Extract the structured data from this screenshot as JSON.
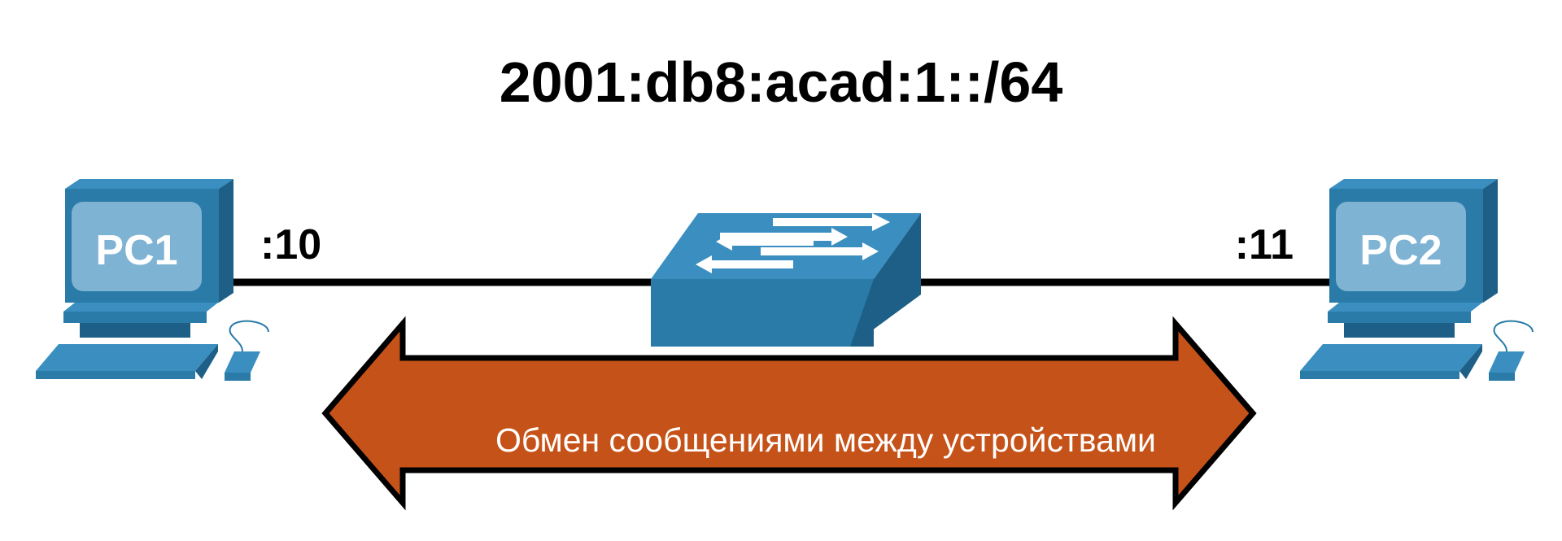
{
  "diagram": {
    "network_prefix": "2001:db8:acad:1::/64",
    "hosts": [
      {
        "label": "PC1",
        "interface_id": ":10"
      },
      {
        "label": "PC2",
        "interface_id": ":11"
      }
    ],
    "arrow_caption": "Обмен сообщениями между устройствами",
    "colors": {
      "device_blue": "#2a7ba8",
      "device_blue_dark": "#1d5f86",
      "device_blue_light": "#3a8fc0",
      "screen_fill": "#7fb3d3",
      "arrow_fill": "#c55218",
      "link_color": "#000000"
    },
    "icons": [
      "pc-icon",
      "switch-icon",
      "bidirectional-arrow"
    ]
  }
}
